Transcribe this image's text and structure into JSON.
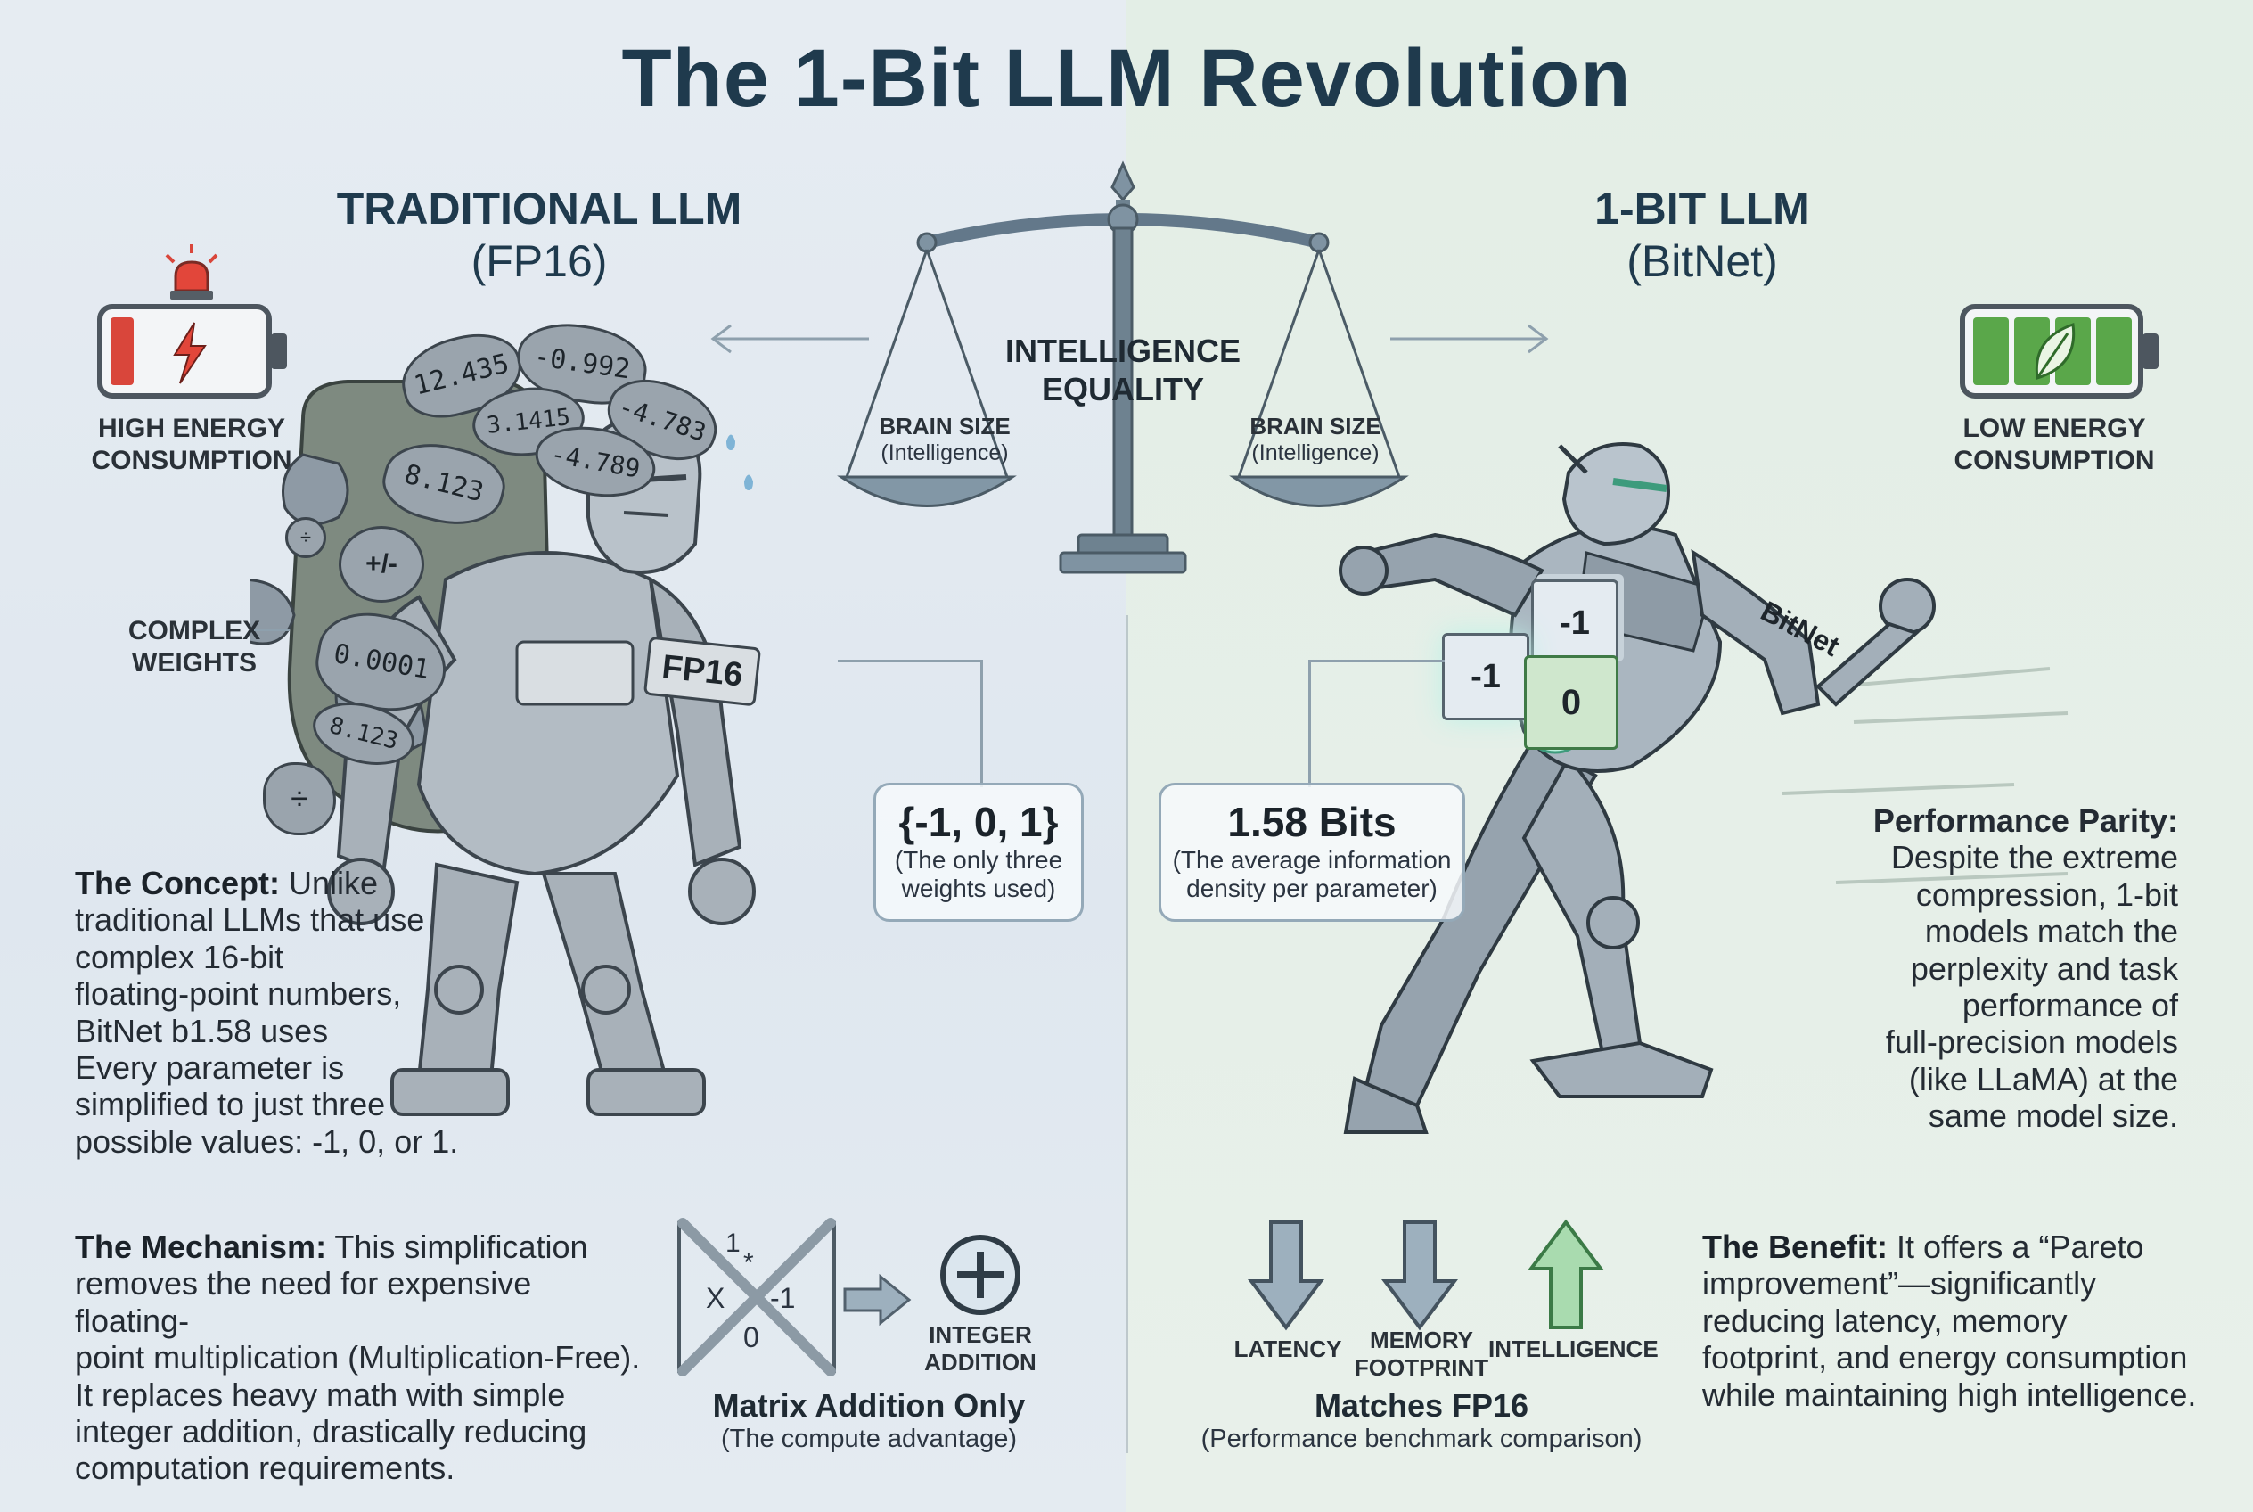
{
  "title": "The 1-Bit LLM Revolution",
  "left": {
    "heading": "TRADITIONAL LLM",
    "subheading": "(FP16)",
    "energy_label_1": "HIGH ENERGY",
    "energy_label_2": "CONSUMPTION",
    "weights_label_1": "COMPLEX",
    "weights_label_2": "WEIGHTS",
    "robot_badge": "FP16",
    "rocks": [
      "12.435",
      "-0.992",
      "3.1415",
      "-4.783",
      "8.123",
      "-4.789",
      "+/-",
      "0.0001",
      "8.123",
      "÷",
      "÷"
    ],
    "concept_title": "The Concept:",
    "concept_lines": [
      "Unlike",
      "traditional LLMs that use",
      "complex 16-bit",
      "floating-point numbers,",
      "BitNet b1.58 uses",
      "Every parameter is",
      "simplified to just three",
      "possible values: -1, 0, or 1."
    ],
    "mechanism_title": "The Mechanism:",
    "mechanism_lines": [
      "This simplification",
      "removes the need for expensive floating-",
      "point multiplication (Multiplication-Free).",
      "It replaces heavy math with simple",
      "integer addition, drastically reducing",
      "computation requirements."
    ]
  },
  "center": {
    "equality_1": "INTELLIGENCE",
    "equality_2": "EQUALITY",
    "pan_label_1": "BRAIN SIZE",
    "pan_label_2": "(Intelligence)",
    "weights_box_title": "{-1, 0, 1}",
    "weights_box_sub_1": "(The only three",
    "weights_box_sub_2": "weights used)",
    "bits_box_title": "1.58 Bits",
    "bits_box_sub_1": "(The average information",
    "bits_box_sub_2": "density per parameter)",
    "matrix_cells": [
      "1",
      "*",
      "X",
      "-1",
      "0"
    ],
    "integer_label_1": "INTEGER",
    "integer_label_2": "ADDITION",
    "matrix_title": "Matrix Addition Only",
    "matrix_sub": "(The compute advantage)",
    "bench_labels": [
      "LATENCY",
      "MEMORY",
      "FOOTPRINT",
      "INTELLIGENCE"
    ],
    "bench_title": "Matches FP16",
    "bench_sub": "(Performance benchmark comparison)"
  },
  "right": {
    "heading": "1-BIT LLM",
    "subheading": "(BitNet)",
    "energy_label_1": "LOW ENERGY",
    "energy_label_2": "CONSUMPTION",
    "robot_badge": "BitNet",
    "cubes": [
      "-1",
      "-1",
      "0"
    ],
    "parity_title": "Performance Parity:",
    "parity_lines": [
      "Despite the extreme",
      "compression, 1-bit",
      "models match the",
      "perplexity and task",
      "performance of",
      "full-precision models",
      "(like LLaMA) at the",
      "same model size."
    ],
    "benefit_title": "The Benefit:",
    "benefit_lines": [
      "It offers a “Pareto",
      "improvement”—significantly",
      "reducing latency, memory",
      "footprint, and energy consumption",
      "while maintaining high intelligence."
    ]
  },
  "colors": {
    "title": "#1f3a4d",
    "battery_red": "#d9463b",
    "battery_green": "#5aa74a",
    "arrow_gray": "#8ea3b2",
    "arrow_green": "#7fc28a"
  },
  "icons": [
    "alarm-icon",
    "battery-low-icon",
    "battery-full-icon",
    "scale-icon",
    "plus-circle-icon",
    "arrow-down-icon",
    "arrow-up-icon",
    "leaf-icon",
    "bolt-icon"
  ]
}
